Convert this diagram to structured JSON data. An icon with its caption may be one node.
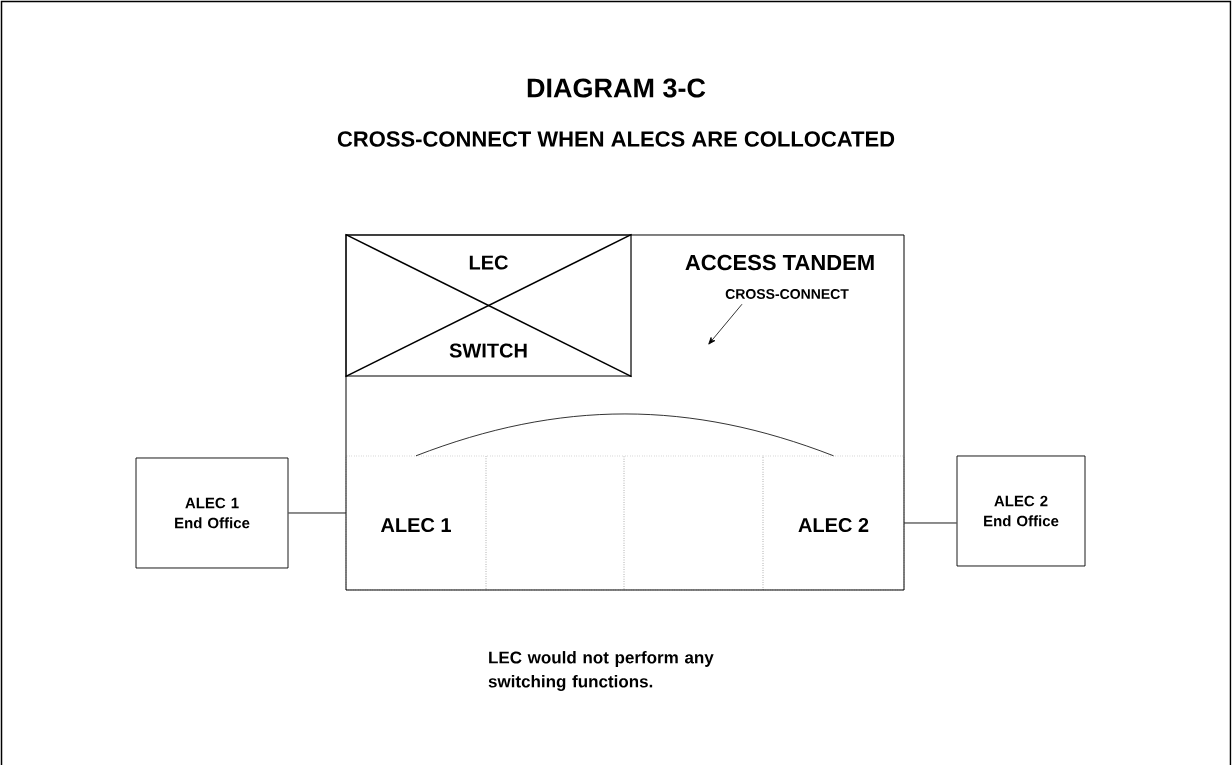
{
  "diagram": {
    "title": "DIAGRAM 3-C",
    "nodes": [
      {
        "text": [
          "ACCESS TANDEM"
        ]
      },
      {
        "text": [
          "LEC",
          "SWITCH"
        ],
        "in": 0
      },
      {
        "text": [
          "CROSS-CONNECT"
        ],
        "in": 0
      },
      {
        "text": [
          "ALEC 1 End Office"
        ]
      },
      {
        "text": [
          "ALEC 1"
        ],
        "in": 0
      },
      {
        "text": [],
        "shape": "box",
        "in": 0
      },
      {
        "text": [],
        "shape": "box",
        "in": 0
      },
      {
        "text": [
          "ALEC 2"
        ],
        "in": 0
      },
      {
        "text": [
          "ALEC 2 End Office"
        ]
      }
    ],
    "edges": [
      {
        "from": 3,
        "to": 4,
        "arrow": "none"
      },
      {
        "from": 4,
        "to": 7,
        "arrow": "none"
      },
      {
        "from": 7,
        "to": 8,
        "arrow": "none"
      },
      {
        "from": 2,
        "to": null,
        "arrow": "to"
      }
    ],
    "labels": [
      "CROSS-CONNECT WHEN ALECS ARE COLLOCATED",
      "LEC would not perform any switching functions."
    ]
  }
}
